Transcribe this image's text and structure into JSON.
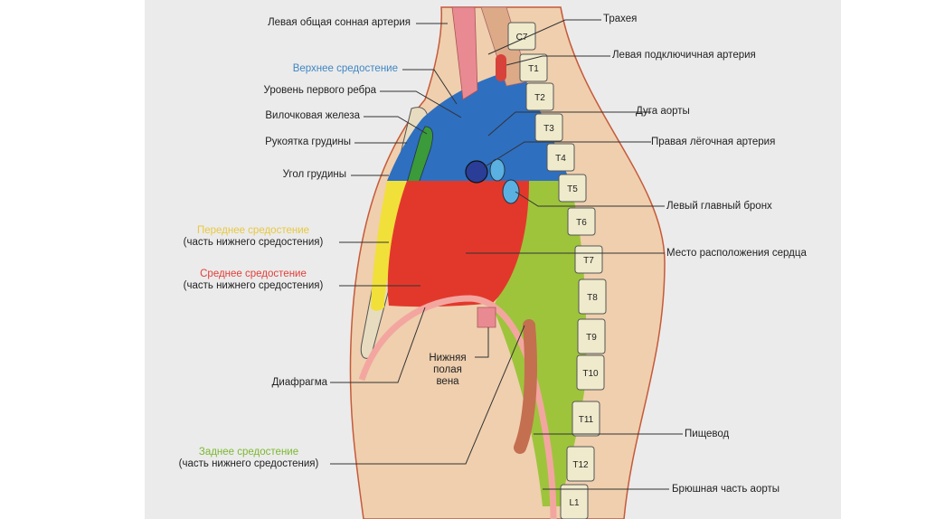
{
  "labels_left": {
    "carotid": "Левая общая сонная артерия",
    "superior_mediastinum": "Верхнее средостение",
    "first_rib_level": "Уровень первого ребра",
    "thymus": "Вилочковая железа",
    "manubrium": "Рукоятка грудины",
    "sternal_angle": "Угол грудины",
    "anterior_mediastinum": "Переднее средостение",
    "anterior_sub": "(часть нижнего средостения)",
    "middle_mediastinum": "Среднее средостение",
    "middle_sub": "(часть нижнего средостения)",
    "diaphragm": "Диафрагма",
    "posterior_mediastinum": "Заднее средостение",
    "posterior_sub": "(часть нижнего средостения)"
  },
  "labels_right": {
    "trachea": "Трахея",
    "subclavian": "Левая подключичная артерия",
    "aortic_arch": "Дуга аорты",
    "pulmonary_artery": "Правая лёгочная артерия",
    "bronchus": "Левый главный бронх",
    "heart_location": "Место расположения сердца",
    "esophagus": "Пищевод",
    "abdominal_aorta": "Брюшная часть аорты"
  },
  "ivc": [
    "Нижняя",
    "полая",
    "вена"
  ],
  "vertebrae": [
    "C7",
    "T1",
    "T2",
    "T3",
    "T4",
    "T5",
    "T6",
    "T7",
    "T8",
    "T9",
    "T10",
    "T11",
    "T12",
    "L1"
  ],
  "colors": {
    "superior": "#2e6fc0",
    "anterior": "#f1e03a",
    "middle": "#e2382b",
    "posterior": "#9ec43c",
    "skin": "#efcfae",
    "label_blue": "#3f86c4",
    "label_yellow": "#e8c840",
    "label_red": "#e0403a",
    "label_green": "#7cb832"
  }
}
